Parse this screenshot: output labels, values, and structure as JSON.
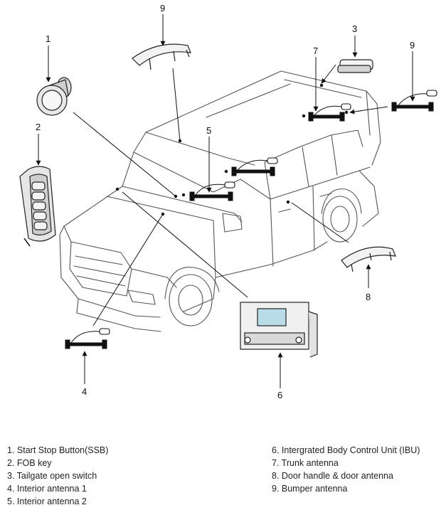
{
  "callouts": {
    "n1": "1",
    "n2": "2",
    "n3": "3",
    "n4": "4",
    "n5": "5",
    "n6": "6",
    "n7": "7",
    "n8": "8",
    "n9a": "9",
    "n9b": "9"
  },
  "legend": {
    "left": [
      "1. Start Stop Button(SSB)",
      "2. FOB key",
      "3. Tailgate open switch",
      "4. Interior antenna 1",
      "5. Interior antenna 2"
    ],
    "right": [
      "6. Intergrated Body Control Unit (IBU)",
      "7. Trunk antenna",
      "8. Door handle & door antenna",
      "9. Bumper antenna"
    ]
  }
}
